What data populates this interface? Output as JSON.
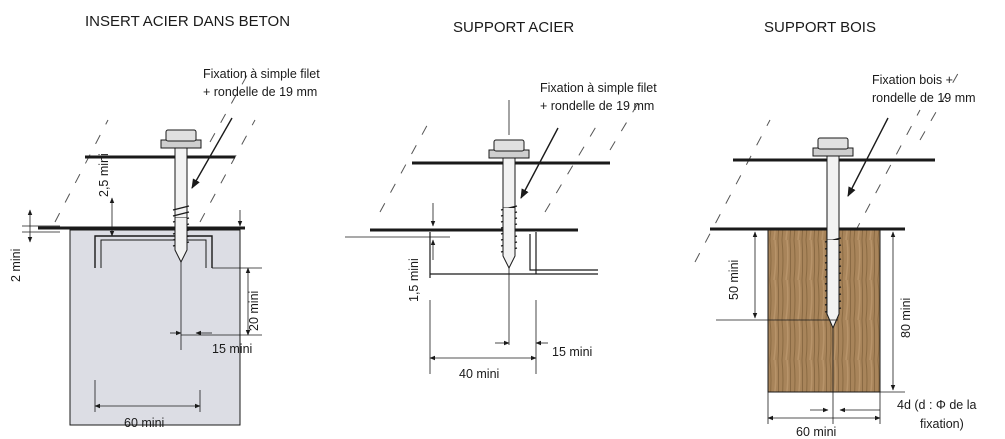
{
  "panels": {
    "insert": {
      "title": "INSERT ACIER DANS BETON",
      "callout_line1": "Fixation à simple filet",
      "callout_line2": "+ rondelle de 19 mm",
      "dim_2_5": "2,5 mini",
      "dim_2": "2 mini",
      "dim_20": "20 mini",
      "dim_15": "15 mini",
      "dim_60": "60 mini"
    },
    "steel": {
      "title": "SUPPORT ACIER",
      "callout_line1": "Fixation à simple filet",
      "callout_line2": "+ rondelle de 19 mm",
      "dim_1_5": "1,5 mini",
      "dim_15": "15 mini",
      "dim_40": "40 mini"
    },
    "wood": {
      "title": "SUPPORT BOIS",
      "callout_line1": "Fixation bois +",
      "callout_line2": "rondelle de 19 mm",
      "dim_50": "50 mini",
      "dim_80": "80 mini",
      "dim_60": "60 mini",
      "dim_4d_line1": "4d (d : Φ de la",
      "dim_4d_line2": "fixation)"
    }
  },
  "colors": {
    "line": "#1a1a1a",
    "concrete": "#dcdde4",
    "wood": "#9c7a4e",
    "wood_dark": "#7d5f3a"
  }
}
